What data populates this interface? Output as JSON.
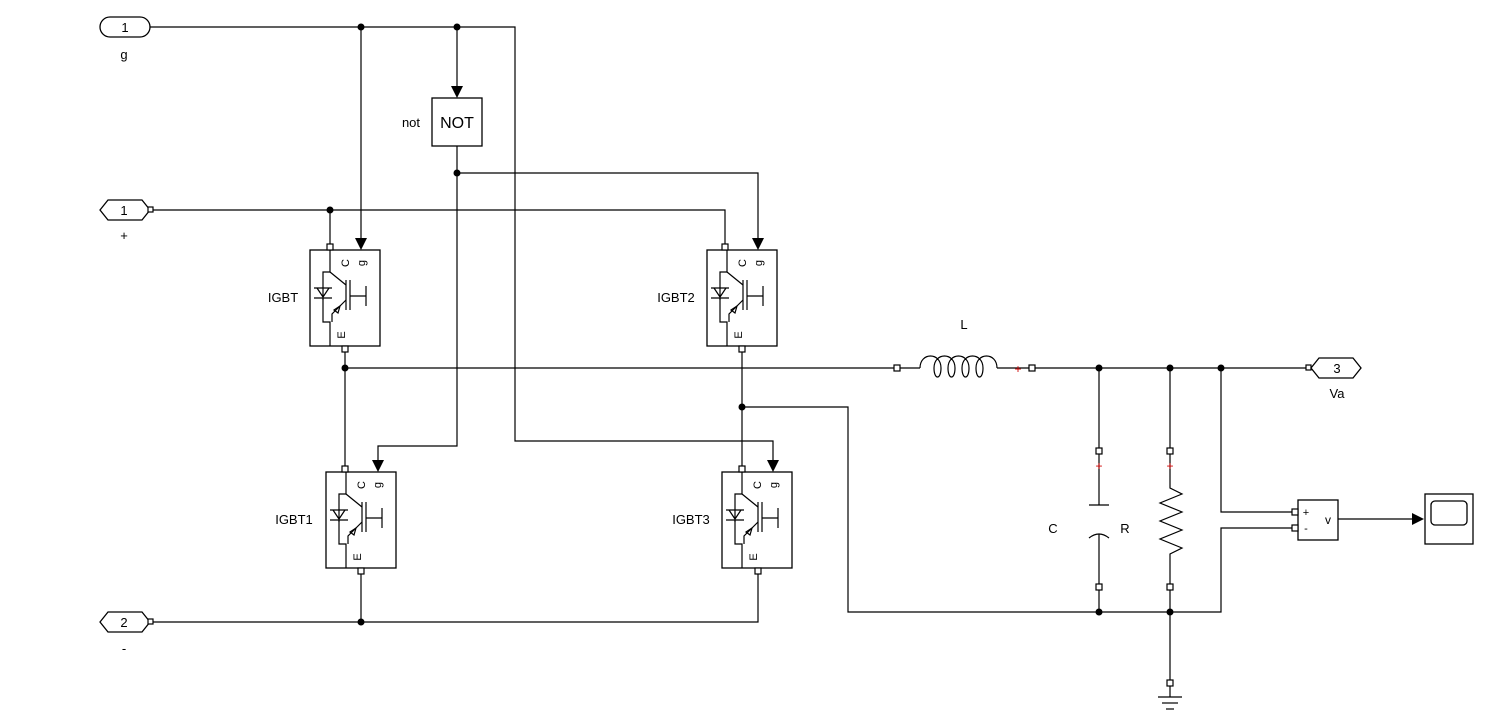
{
  "ports": {
    "g_in": {
      "number": "1",
      "name": "g"
    },
    "plus_in": {
      "number": "1",
      "name": "+"
    },
    "minus_in": {
      "number": "2",
      "name": "-"
    },
    "va_out": {
      "number": "3",
      "name": "Va"
    }
  },
  "not_block": {
    "label": "not",
    "text": "NOT"
  },
  "igbts": [
    {
      "name": "IGBT",
      "c": "C",
      "g": "g",
      "e": "E"
    },
    {
      "name": "IGBT2",
      "c": "C",
      "g": "g",
      "e": "E"
    },
    {
      "name": "IGBT1",
      "c": "C",
      "g": "g",
      "e": "E"
    },
    {
      "name": "IGBT3",
      "c": "C",
      "g": "g",
      "e": "E"
    }
  ],
  "inductor": {
    "name": "L"
  },
  "capacitor": {
    "name": "C"
  },
  "resistor": {
    "name": "R"
  },
  "voltage_sensor": {
    "plus": "+",
    "minus": "-",
    "out": "v"
  },
  "colors": {
    "line": "#000000",
    "polarity": "#d00000",
    "background": "#ffffff"
  }
}
